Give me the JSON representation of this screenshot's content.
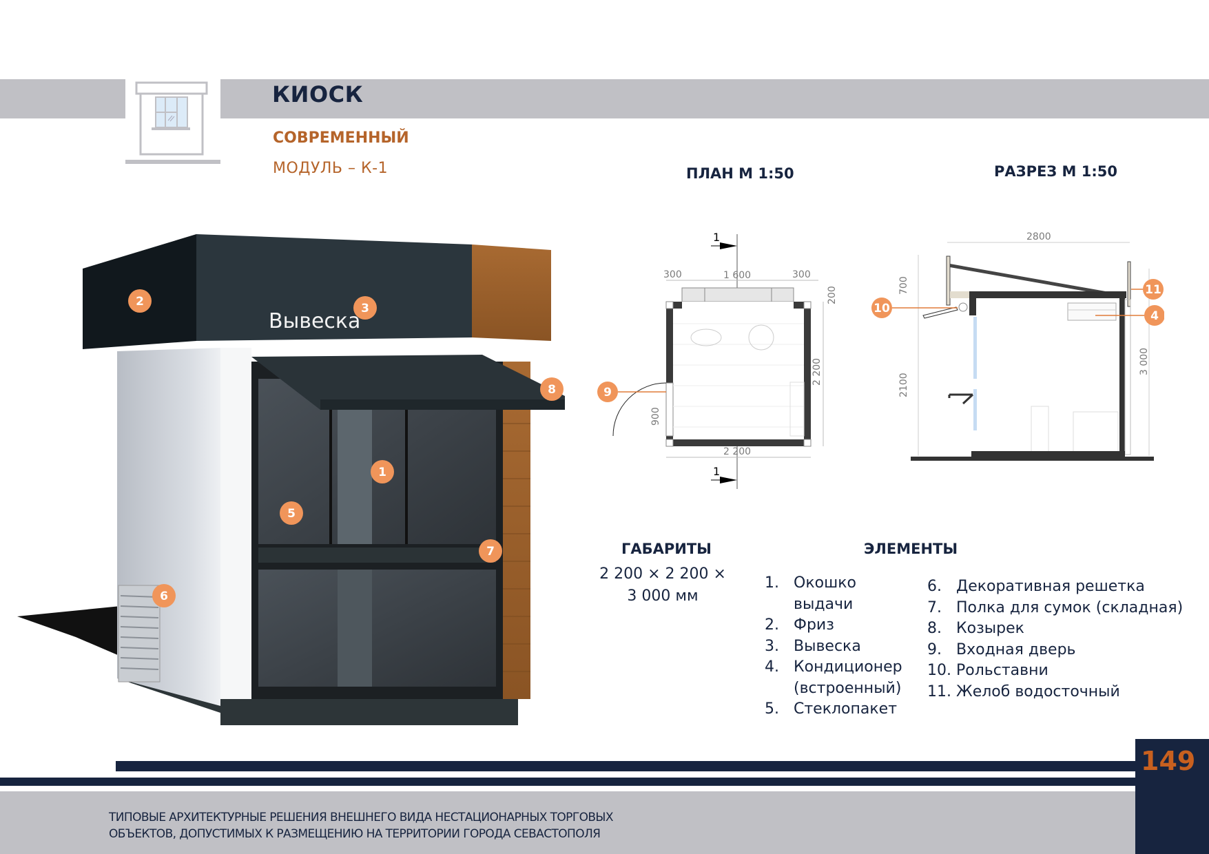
{
  "header": {
    "title": "КИОСК",
    "subtitle": "СОВРЕМЕННЫЙ",
    "module": "МОДУЛЬ – К-1",
    "icon": "kiosk-icon"
  },
  "render": {
    "sign_text": "Вывеска",
    "markers": [
      "1",
      "2",
      "3",
      "5",
      "6",
      "7",
      "8"
    ]
  },
  "plan": {
    "heading": "ПЛАН М 1:50",
    "section_mark": "1",
    "dims": {
      "left_300": "300",
      "mid_1600": "1 600",
      "right_300": "300",
      "depth_200": "200",
      "side_2200": "2 200",
      "bottom_2200": "2 200",
      "door_900": "900"
    },
    "markers": [
      "9"
    ]
  },
  "section": {
    "heading": "РАЗРЕЗ М 1:50",
    "dims": {
      "width_2800": "2800",
      "top_700": "700",
      "low_2100": "2100",
      "total_3000": "3 000"
    },
    "markers": [
      "10",
      "11",
      "4"
    ]
  },
  "gabarity": {
    "heading": "ГАБАРИТЫ",
    "line1": "2 200 × 2 200 ×",
    "line2": "3 000 мм"
  },
  "elements": {
    "heading": "ЭЛЕМЕНТЫ",
    "col1": [
      {
        "num": "1.",
        "lines": [
          "Окошко",
          "выдачи"
        ]
      },
      {
        "num": "2.",
        "lines": [
          "Фриз"
        ]
      },
      {
        "num": "3.",
        "lines": [
          "Вывеска"
        ]
      },
      {
        "num": "4.",
        "lines": [
          "Кондиционер",
          "(встроенный)"
        ]
      },
      {
        "num": "5.",
        "lines": [
          "Стеклопакет"
        ]
      }
    ],
    "col2": [
      {
        "num": "6.",
        "label": "Декоративная решетка"
      },
      {
        "num": "7.",
        "label": "Полка для сумок (складная)"
      },
      {
        "num": "8.",
        "label": "Козырек"
      },
      {
        "num": "9.",
        "label": "Входная дверь"
      },
      {
        "num": "10.",
        "label": "Рольставни"
      },
      {
        "num": "11.",
        "label": "Желоб водосточный"
      }
    ]
  },
  "footer": {
    "line1": "ТИПОВЫЕ АРХИТЕКТУРНЫЕ РЕШЕНИЯ ВНЕШНЕГО ВИДА НЕСТАЦИОНАРНЫХ ТОРГОВЫХ",
    "line2": "ОБЪЕКТОВ, ДОПУСТИМЫХ К РАЗМЕЩЕНИЮ НА ТЕРРИТОРИИ ГОРОДА СЕВАСТОПОЛЯ",
    "page_number": "149"
  },
  "colors": {
    "navy": "#17243f",
    "orange": "#b5642a",
    "badge": "#f0955a",
    "gray_band": "#c0c0c5"
  }
}
